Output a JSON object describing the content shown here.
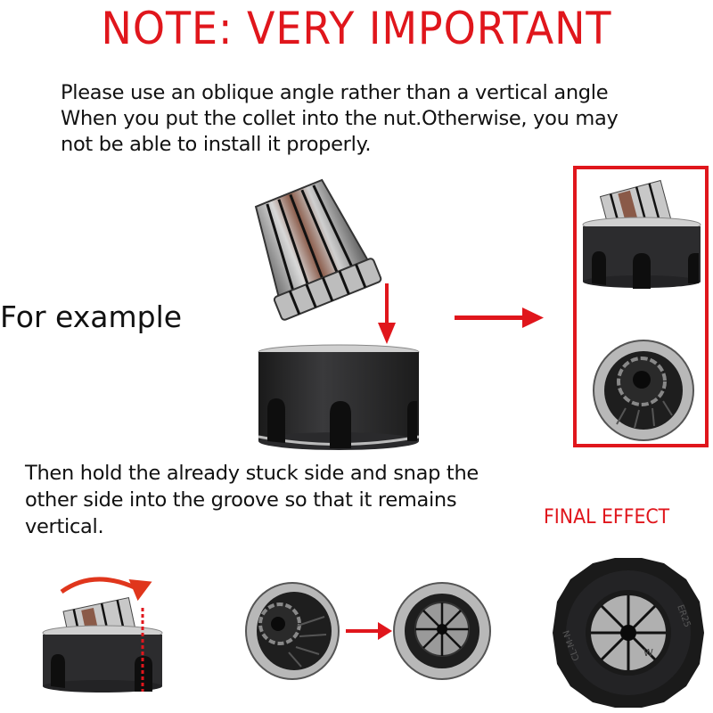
{
  "header": {
    "title": "NOTE: VERY IMPORTANT"
  },
  "instructions": {
    "line1": "Please use an oblique angle rather than a vertical angle",
    "line2": "When you put the collet into the nut.Otherwise, you may",
    "line3": "not be able to install it properly."
  },
  "example": {
    "label": "For example"
  },
  "step2": {
    "line1": "Then hold the already stuck side and snap the",
    "line2": "other side into the groove so that it remains",
    "line3": "vertical."
  },
  "final": {
    "label": "FINAL EFFECT",
    "nut_engraving_left": "CL-M-N",
    "nut_engraving_right": "ER25",
    "collet_mark": "W"
  },
  "colors": {
    "accent_red": "#e0161c",
    "text_dark": "#111111",
    "nut_black": "#2a2a2c",
    "steel": "#c8c8c8"
  }
}
